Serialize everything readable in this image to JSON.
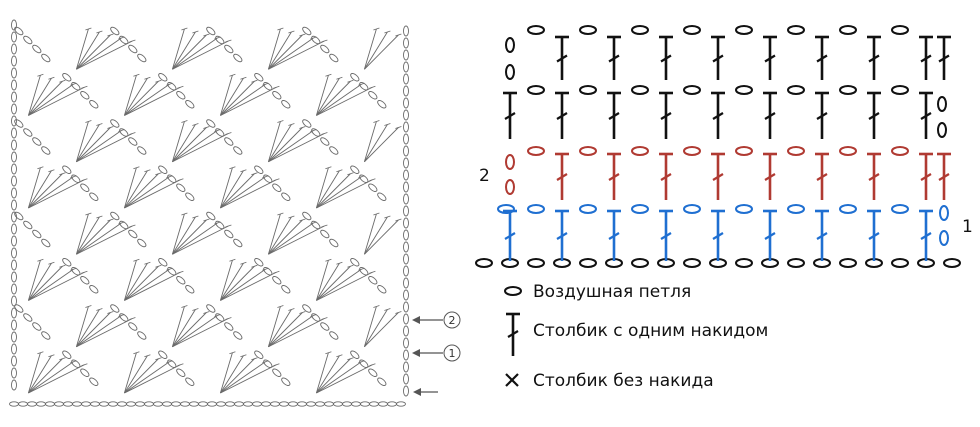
{
  "colors": {
    "black": "#111111",
    "red": "#b03a32",
    "blue": "#1f6fd1",
    "gray": "#777777"
  },
  "left_chart": {
    "row_markers": [
      {
        "number": "2"
      },
      {
        "number": "1"
      }
    ]
  },
  "right_chart": {
    "row_labels": {
      "row2": "2",
      "row1": "1"
    },
    "rows": 5
  },
  "legend": [
    {
      "icon": "chain-stitch-icon",
      "label": "Воздушная петля"
    },
    {
      "icon": "double-crochet-icon",
      "label": "Столбик с одним накидом"
    },
    {
      "icon": "single-crochet-icon",
      "label": "Столбик без накида"
    }
  ]
}
